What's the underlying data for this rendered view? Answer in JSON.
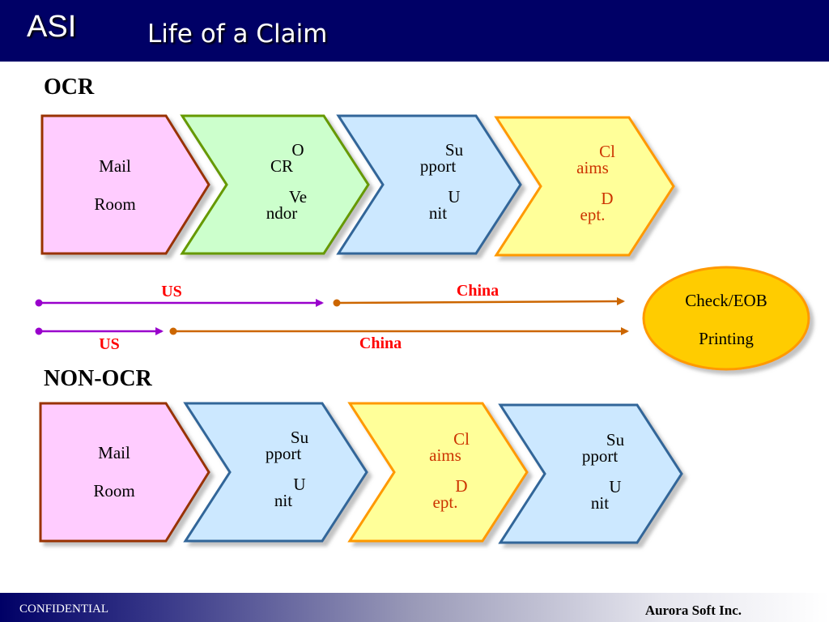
{
  "header": {
    "logo": "ASI",
    "title": "Life of a Claim"
  },
  "sections": {
    "ocr": {
      "label": "OCR",
      "steps": [
        {
          "lines": [
            "Mail",
            "Room"
          ],
          "fill": "#ffccff",
          "stroke": "#993300",
          "text_color": "#000000"
        },
        {
          "lines": [
            "O",
            "CR",
            "Ve",
            "ndor"
          ],
          "fill": "#ccffcc",
          "stroke": "#669900",
          "text_color": "#000000"
        },
        {
          "lines": [
            "Su",
            "pport",
            "U",
            "nit"
          ],
          "fill": "#cce8ff",
          "stroke": "#336699",
          "text_color": "#000000"
        },
        {
          "lines": [
            "Cl",
            "aims",
            "D",
            "ept."
          ],
          "fill": "#ffff99",
          "stroke": "#ff9900",
          "text_color": "#cc3300"
        }
      ]
    },
    "non_ocr": {
      "label": "NON-OCR",
      "steps": [
        {
          "lines": [
            "Mail",
            "Room"
          ],
          "fill": "#ffccff",
          "stroke": "#993300",
          "text_color": "#000000"
        },
        {
          "lines": [
            "Su",
            "pport",
            "U",
            "nit"
          ],
          "fill": "#cce8ff",
          "stroke": "#336699",
          "text_color": "#000000"
        },
        {
          "lines": [
            "Cl",
            "aims",
            "D",
            "ept."
          ],
          "fill": "#ffff99",
          "stroke": "#ff9900",
          "text_color": "#cc3300"
        },
        {
          "lines": [
            "Su",
            "pport",
            "U",
            "nit"
          ],
          "fill": "#cce8ff",
          "stroke": "#336699",
          "text_color": "#000000"
        }
      ]
    }
  },
  "timelines": {
    "ocr_us": "US",
    "ocr_china": "China",
    "non_ocr_us": "US",
    "non_ocr_china": "China"
  },
  "check_eob": {
    "lines": [
      "Check/EOB",
      "Printing"
    ],
    "fill": "#ffcc00",
    "stroke": "#ff9900"
  },
  "colors": {
    "us_arrow": "#9900cc",
    "china_arrow": "#cc6600",
    "label_red": "#ff0000"
  },
  "footer": {
    "left": "CONFIDENTIAL",
    "right": "Aurora Soft Inc."
  }
}
